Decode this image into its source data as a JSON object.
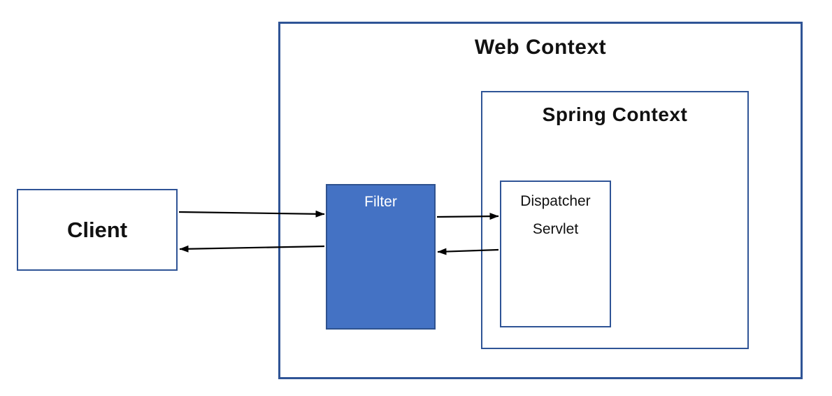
{
  "diagram": {
    "containers": {
      "web_context": {
        "title": "Web Context"
      },
      "spring_context": {
        "title": "Spring Context"
      }
    },
    "nodes": {
      "client": {
        "label": "Client"
      },
      "filter": {
        "label": "Filter"
      },
      "dispatcher_servlet": {
        "line1": "Dispatcher",
        "line2": "Servlet"
      }
    },
    "arrows": [
      {
        "from": "client",
        "to": "filter",
        "direction": "right"
      },
      {
        "from": "filter",
        "to": "client",
        "direction": "left"
      },
      {
        "from": "filter",
        "to": "dispatcher_servlet",
        "direction": "right"
      },
      {
        "from": "dispatcher_servlet",
        "to": "filter",
        "direction": "left"
      }
    ],
    "colors": {
      "box_border": "#2F5496",
      "filter_fill": "#4472C4",
      "filter_border": "#2F528F",
      "arrow": "#000000"
    }
  }
}
